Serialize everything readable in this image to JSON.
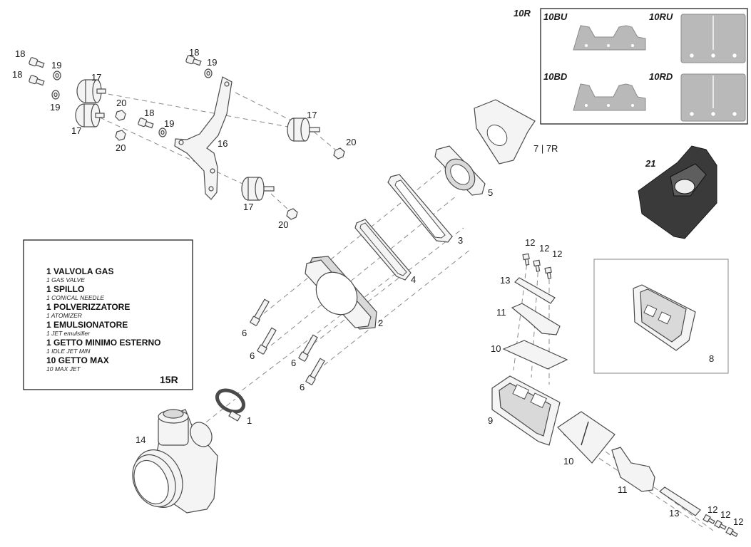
{
  "callouts": {
    "c1": "1",
    "c2": "2",
    "c3": "3",
    "c4": "4",
    "c5": "5",
    "c6": "6",
    "c7": "7 | 7R",
    "c8": "8",
    "c9": "9",
    "c10": "10",
    "c11": "11",
    "c12": "12",
    "c13": "13",
    "c14": "14",
    "c15": "15R",
    "c16": "16",
    "c17": "17",
    "c18": "18",
    "c19": "19",
    "c20": "20",
    "c21": "21"
  },
  "variants": {
    "box_label": "10R",
    "bu": "10BU",
    "ru": "10RU",
    "bd": "10BD",
    "rd": "10RD"
  },
  "legend": {
    "items": [
      {
        "main": "1 VALVOLA GAS",
        "sub": "1 GAS VALVE"
      },
      {
        "main": "1 SPILLO",
        "sub": "1 CONICAL NEEDLE"
      },
      {
        "main": "1 POLVERIZZATORE",
        "sub": "1 ATOMIZER"
      },
      {
        "main": "1 EMULSIONATORE",
        "sub": "1 JET emulsifier"
      },
      {
        "main": "1 GETTO MINIMO ESTERNO",
        "sub": "1 IDLE JET MIN"
      },
      {
        "main": "10 GETTO MAX",
        "sub": "10 MAX JET"
      }
    ],
    "code": "15R"
  }
}
